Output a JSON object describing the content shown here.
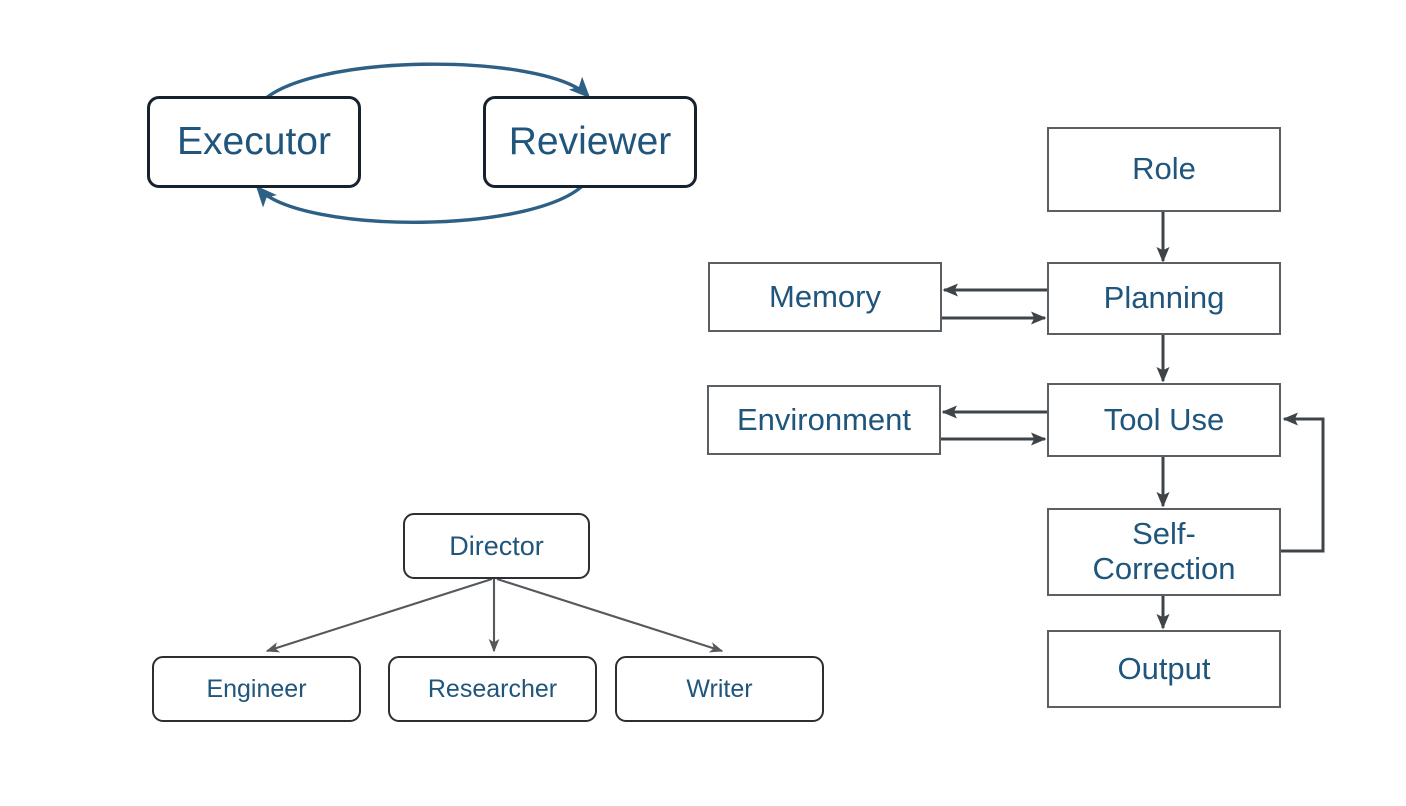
{
  "diagram": {
    "title": "Agent architecture diagram",
    "background_color": "#ffffff",
    "colors": {
      "node_text": "#20557c",
      "rounded_border": "#16222e",
      "sharp_border": "#5a5f63",
      "curved_arrow": "#2d6084",
      "pipeline_arrow": "#3f4448",
      "tree_arrow": "#56595c"
    },
    "groups": {
      "peer_review_loop": {
        "name": "executor-reviewer-loop",
        "nodes": [
          {
            "id": "executor",
            "label": "Executor"
          },
          {
            "id": "reviewer",
            "label": "Reviewer"
          }
        ],
        "edges": [
          {
            "id": "executor-to-reviewer",
            "from": "Executor",
            "to": "Reviewer",
            "style": "curved",
            "direction": "forward"
          },
          {
            "id": "reviewer-to-executor",
            "from": "Reviewer",
            "to": "Executor",
            "style": "curved",
            "direction": "forward"
          }
        ]
      },
      "hierarchy_tree": {
        "name": "director-team-tree",
        "nodes": [
          {
            "id": "director",
            "label": "Director"
          },
          {
            "id": "engineer",
            "label": "Engineer"
          },
          {
            "id": "researcher",
            "label": "Researcher"
          },
          {
            "id": "writer",
            "label": "Writer"
          }
        ],
        "edges": [
          {
            "id": "director-to-engineer",
            "from": "Director",
            "to": "Engineer",
            "style": "straight",
            "direction": "forward"
          },
          {
            "id": "director-to-researcher",
            "from": "Director",
            "to": "Researcher",
            "style": "straight",
            "direction": "forward"
          },
          {
            "id": "director-to-writer",
            "from": "Director",
            "to": "Writer",
            "style": "straight",
            "direction": "forward"
          }
        ]
      },
      "agent_pipeline": {
        "name": "agent-execution-pipeline",
        "nodes": [
          {
            "id": "role",
            "label": "Role"
          },
          {
            "id": "memory",
            "label": "Memory"
          },
          {
            "id": "planning",
            "label": "Planning"
          },
          {
            "id": "environment",
            "label": "Environment"
          },
          {
            "id": "tool-use",
            "label": "Tool Use"
          },
          {
            "id": "self-correction",
            "label": "Self-\nCorrection"
          },
          {
            "id": "output",
            "label": "Output"
          }
        ],
        "edges": [
          {
            "id": "role-to-planning",
            "from": "Role",
            "to": "Planning",
            "style": "straight",
            "direction": "forward"
          },
          {
            "id": "planning-to-memory",
            "from": "Planning",
            "to": "Memory",
            "style": "straight",
            "direction": "forward"
          },
          {
            "id": "memory-to-planning",
            "from": "Memory",
            "to": "Planning",
            "style": "straight",
            "direction": "forward"
          },
          {
            "id": "planning-to-tool-use",
            "from": "Planning",
            "to": "Tool Use",
            "style": "straight",
            "direction": "forward"
          },
          {
            "id": "tool-use-to-environment",
            "from": "Tool Use",
            "to": "Environment",
            "style": "straight",
            "direction": "forward"
          },
          {
            "id": "environment-to-tool-use",
            "from": "Environment",
            "to": "Tool Use",
            "style": "straight",
            "direction": "forward"
          },
          {
            "id": "tool-use-to-self-correction",
            "from": "Tool Use",
            "to": "Self-Correction",
            "style": "straight",
            "direction": "forward"
          },
          {
            "id": "self-correction-to-tool-use",
            "from": "Self-Correction",
            "to": "Tool Use",
            "style": "orthogonal-feedback",
            "direction": "forward"
          },
          {
            "id": "self-correction-to-output",
            "from": "Self-Correction",
            "to": "Output",
            "style": "straight",
            "direction": "forward"
          }
        ]
      }
    }
  }
}
